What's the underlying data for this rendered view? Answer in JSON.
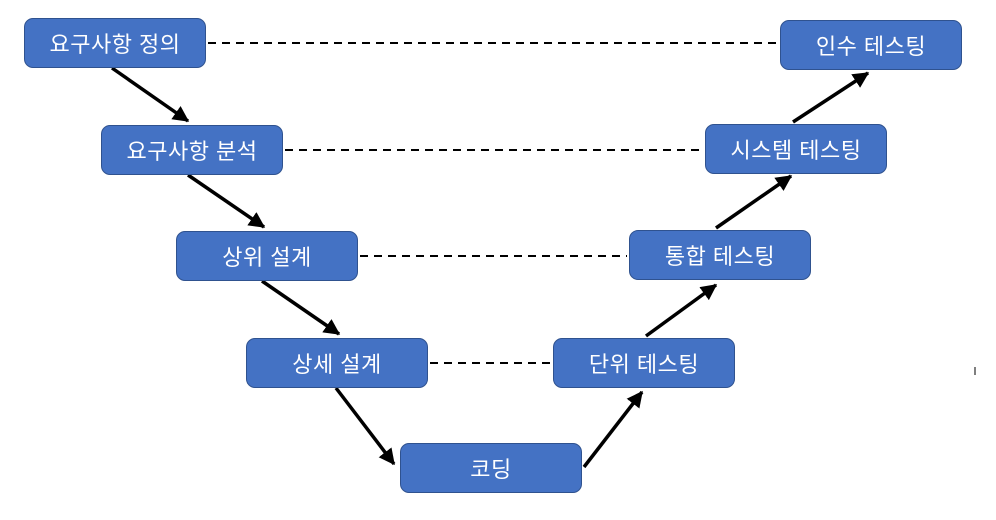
{
  "diagram": {
    "type": "v-model-lifecycle",
    "language": "ko",
    "nodes": [
      {
        "id": "requirements-definition",
        "label": "요구사항 정의",
        "side": "left",
        "level": 1
      },
      {
        "id": "requirements-analysis",
        "label": "요구사항 분석",
        "side": "left",
        "level": 2
      },
      {
        "id": "high-level-design",
        "label": "상위 설계",
        "side": "left",
        "level": 3
      },
      {
        "id": "detailed-design",
        "label": "상세 설계",
        "side": "left",
        "level": 4
      },
      {
        "id": "coding",
        "label": "코딩",
        "side": "bottom",
        "level": 5
      },
      {
        "id": "unit-testing",
        "label": "단위 테스팅",
        "side": "right",
        "level": 4
      },
      {
        "id": "integration-testing",
        "label": "통합 테스팅",
        "side": "right",
        "level": 3
      },
      {
        "id": "system-testing",
        "label": "시스템 테스팅",
        "side": "right",
        "level": 2
      },
      {
        "id": "acceptance-testing",
        "label": "인수 테스팅",
        "side": "right",
        "level": 1
      }
    ],
    "edges": {
      "solid_arrows": [
        {
          "from": "requirements-definition",
          "to": "requirements-analysis"
        },
        {
          "from": "requirements-analysis",
          "to": "high-level-design"
        },
        {
          "from": "high-level-design",
          "to": "detailed-design"
        },
        {
          "from": "detailed-design",
          "to": "coding"
        },
        {
          "from": "coding",
          "to": "unit-testing"
        },
        {
          "from": "unit-testing",
          "to": "integration-testing"
        },
        {
          "from": "integration-testing",
          "to": "system-testing"
        },
        {
          "from": "system-testing",
          "to": "acceptance-testing"
        }
      ],
      "dashed_links": [
        {
          "from": "requirements-definition",
          "to": "acceptance-testing"
        },
        {
          "from": "requirements-analysis",
          "to": "system-testing"
        },
        {
          "from": "high-level-design",
          "to": "integration-testing"
        },
        {
          "from": "detailed-design",
          "to": "unit-testing"
        }
      ]
    }
  },
  "colors": {
    "node_fill": "#4472C4",
    "node_border": "#2F528F",
    "node_text": "#FFFFFF",
    "connector": "#000000",
    "background": "#FFFFFF",
    "stray_mark": "#7F7F7F"
  }
}
